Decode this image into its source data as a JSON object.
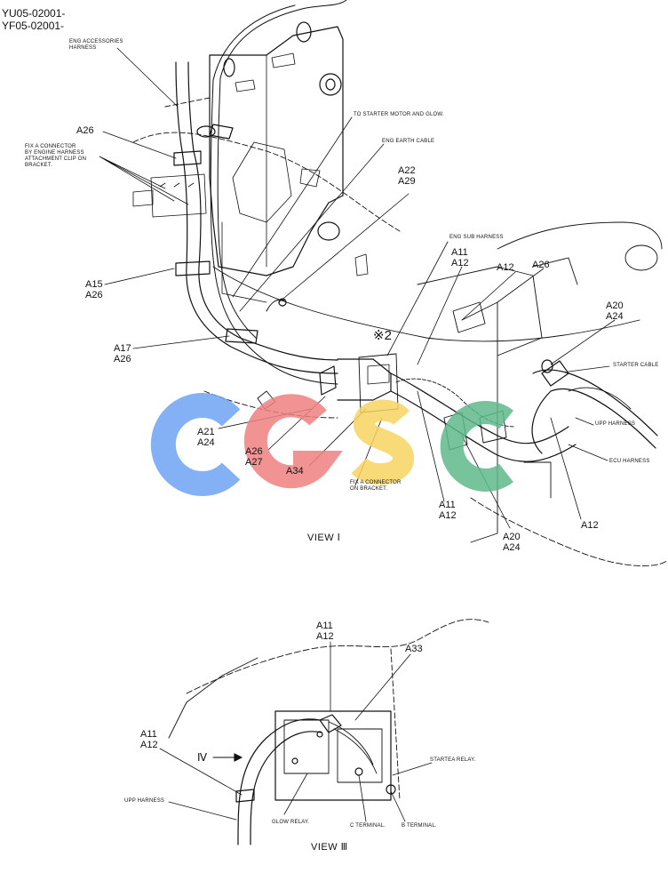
{
  "header": {
    "line1": "YU05-02001-",
    "line2": "YF05-02001-"
  },
  "colors": {
    "line": "#111111",
    "logo_blue": "#6ea2f5",
    "logo_red": "#f08080",
    "logo_yellow": "#f8d360",
    "logo_green": "#5fb88a"
  },
  "view1": {
    "title": "VIEW Ⅰ",
    "notes": {
      "eng_accessories": [
        "ENG ACCESSORIES",
        "HARNESS"
      ],
      "fix_connector_engine": [
        "FIX A CONNECTOR",
        "BY ENGINE HARNESS",
        "ATTACHMENT CLIP ON",
        "BRACKET."
      ],
      "to_starter": "TO STARTER MOTOR AND GLOW.",
      "eng_earth": "ENG EARTH CABLE",
      "eng_sub": "ENG SUB HARNESS",
      "starter_cable": "STARTER CABLE",
      "upp_harness": "UPP HARNESS",
      "ecu_harness": "ECU HARNESS",
      "fix_connector_bracket": [
        "FIX A CONNECTOR",
        "ON BRACKET."
      ]
    },
    "callouts": {
      "a26_top": [
        "A26"
      ],
      "a22_a29": [
        "A22",
        "A29"
      ],
      "a11_a12_sub": [
        "A11",
        "A12"
      ],
      "a12_right": [
        "A12"
      ],
      "a26_right": [
        "A26"
      ],
      "mark": "※2",
      "a20_a24_top": [
        "A20",
        "A24"
      ],
      "a15_a26": [
        "A15",
        "A26"
      ],
      "a17_a26": [
        "A17",
        "A26"
      ],
      "a21_a24": [
        "A21",
        "A24"
      ],
      "a26_a27": [
        "A26",
        "A27"
      ],
      "a34": [
        "A34"
      ],
      "a11_a12_bottom": [
        "A11",
        "A12"
      ],
      "a20_a24_bottom": [
        "A20",
        "A24"
      ],
      "a12_bottom_right": [
        "A12"
      ]
    }
  },
  "view3": {
    "title": "VIEW Ⅲ",
    "arrow_label": "Ⅳ",
    "notes": {
      "upp_harness": "UPP HARNESS",
      "glow_relay": "GLOW RELAY.",
      "c_terminal": "C TERMINAL.",
      "b_terminal": "B TERMINAL.",
      "starter_relay": "STARTEA RELAY."
    },
    "callouts": {
      "a11_a12_top": [
        "A11",
        "A12"
      ],
      "a33": [
        "A33"
      ],
      "a11_a12_left": [
        "A11",
        "A12"
      ]
    }
  }
}
